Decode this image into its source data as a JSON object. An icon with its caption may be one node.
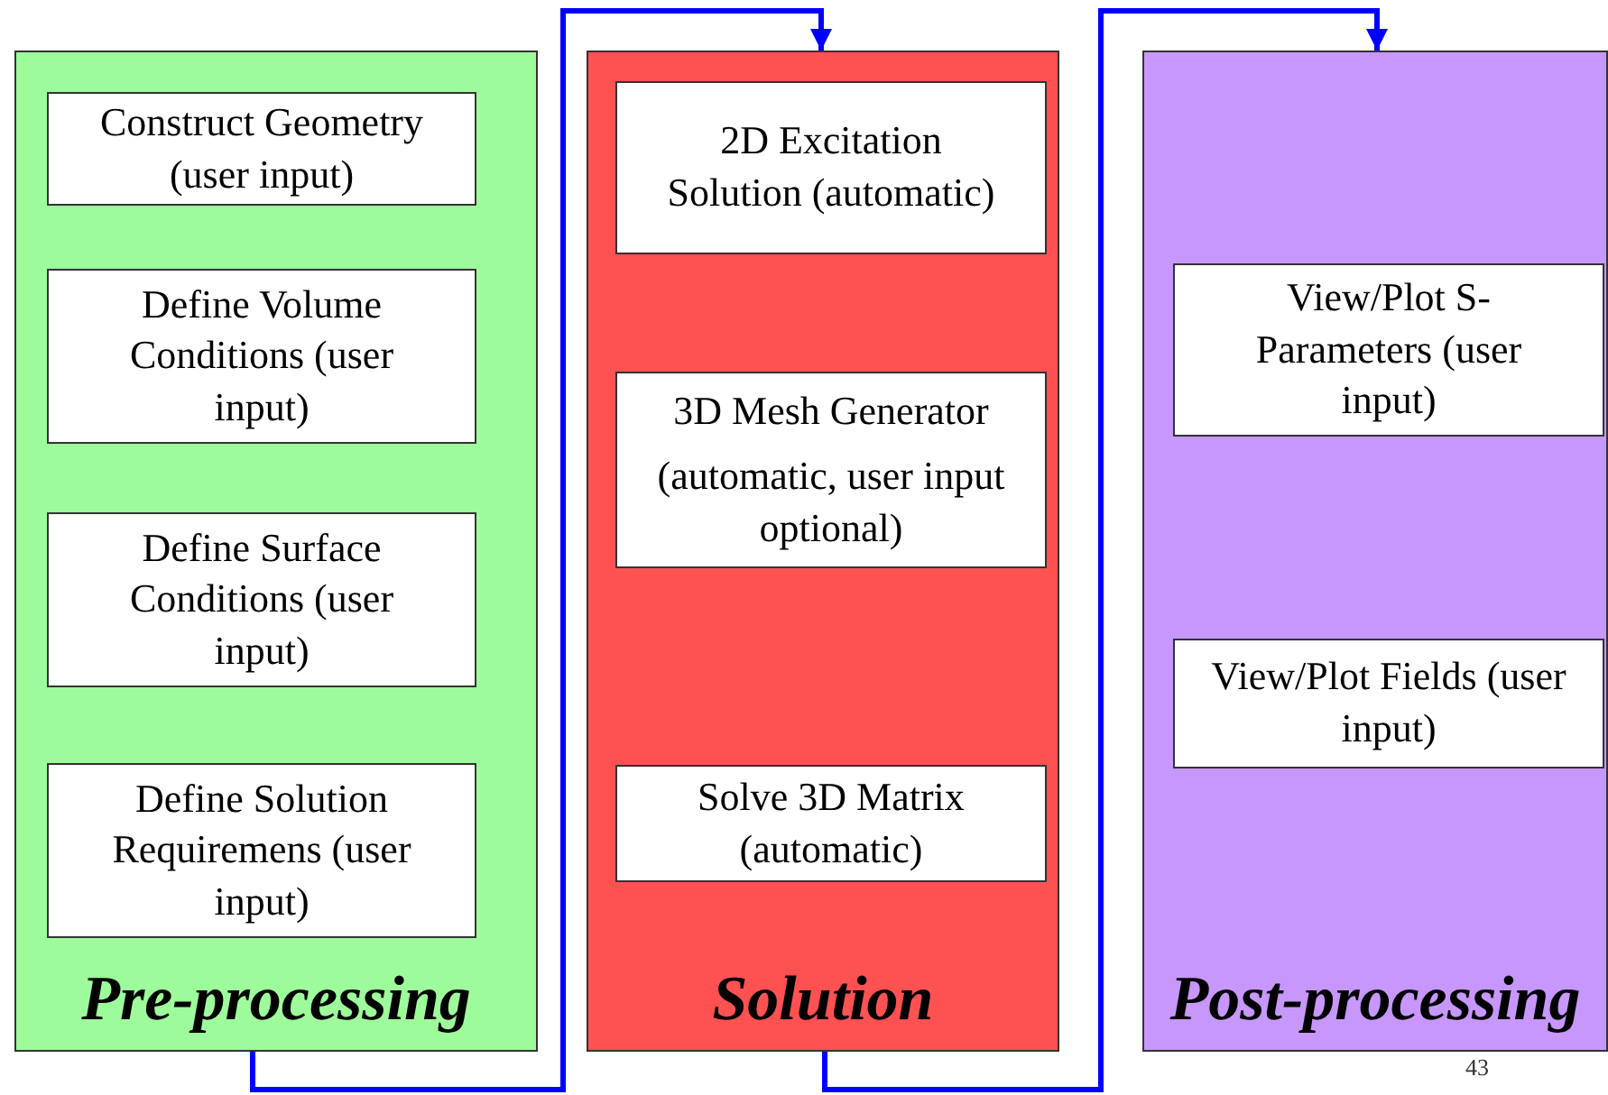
{
  "diagram": {
    "nodes": [
      {
        "text": [
          "Pre-processing"
        ]
      },
      {
        "text": [
          "Construct Geometry (user input)"
        ],
        "in": 0
      },
      {
        "text": [
          "Define Volume Conditions (user input)"
        ],
        "in": 0
      },
      {
        "text": [
          "Define Surface Conditions (user input)"
        ],
        "in": 0
      },
      {
        "text": [
          "Define Solution Requiremens (user input)"
        ],
        "in": 0
      },
      {
        "text": [
          "Solution"
        ]
      },
      {
        "text": [
          "2D Excitation Solution (automatic)"
        ],
        "in": 5
      },
      {
        "text": [
          "3D Mesh Generator",
          "(automatic, user input optional)"
        ],
        "in": 5
      },
      {
        "text": [
          "Solve 3D Matrix (automatic)"
        ],
        "in": 5
      },
      {
        "text": [
          "Post-processing"
        ]
      },
      {
        "text": [
          "View/Plot S-Parameters (user input)"
        ],
        "in": 9
      },
      {
        "text": [
          "View/Plot Fields (user input)"
        ],
        "in": 9
      }
    ],
    "edges": [
      {
        "from": 0,
        "to": 5,
        "arrow": "to"
      },
      {
        "from": 5,
        "to": 9,
        "arrow": "to"
      }
    ],
    "labels": [
      "43"
    ]
  }
}
